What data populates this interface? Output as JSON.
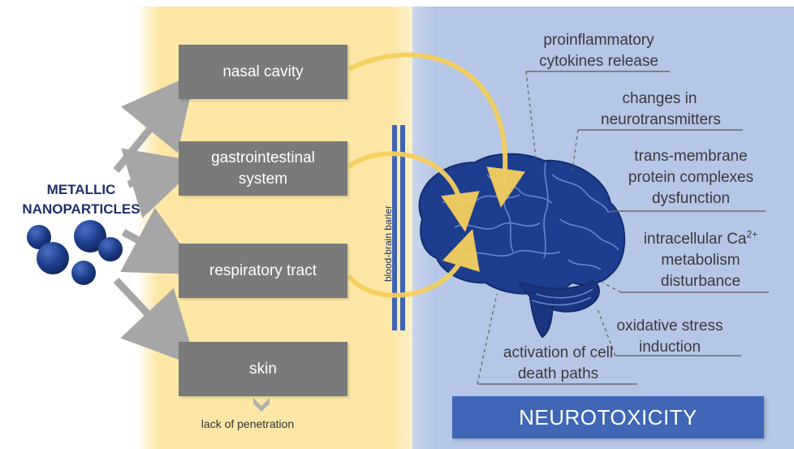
{
  "source": {
    "label": "METALLIC\nNANOPARTICLES"
  },
  "routes": [
    {
      "label": "nasal cavity"
    },
    {
      "label": "gastrointestinal system"
    },
    {
      "label": "respiratory tract"
    },
    {
      "label": "skin"
    }
  ],
  "barrier": {
    "label": "blood-brain barier"
  },
  "skin_note": {
    "label": "lack of penetration"
  },
  "effects": {
    "cytokines": "proinflammatory cytokines release",
    "neurotransmitters": "changes in neurotransmitters",
    "transmembrane": "trans-membrane protein complexes dysfunction",
    "calcium_prefix": "intracellular Ca",
    "calcium_sup": "2+",
    "calcium_suffix": "metabolism disturbance",
    "oxidative": "oxidative stress induction",
    "cell_death": "activation of cell death paths"
  },
  "outcome": {
    "label": "NEUROTOXICITY"
  },
  "colors": {
    "left_panel": "#fde7a6",
    "right_panel": "#b5c6e6",
    "route_box": "#7a7a7a",
    "arrow_gray": "#a6a6a6",
    "curve_arrow": "#f5cf5d",
    "barrier": "#3e63b5",
    "brain": "#1d3d8f",
    "outcome_box": "#3f66b7",
    "nanoparticle": "#1c3c8a"
  }
}
